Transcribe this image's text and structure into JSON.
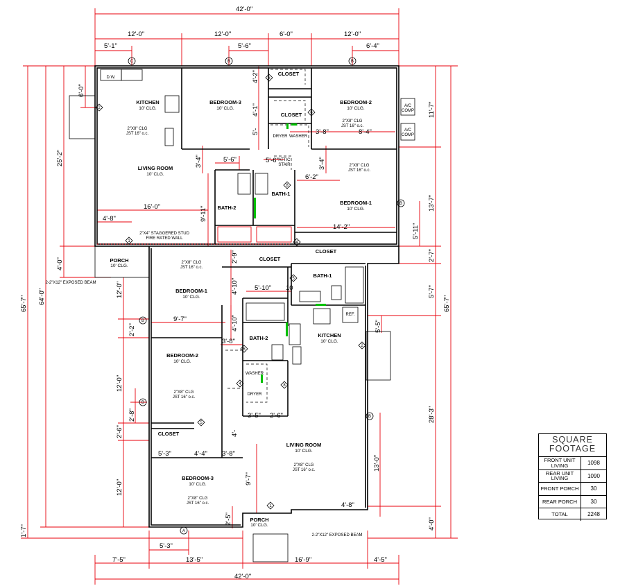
{
  "dims": {
    "overall_top": "42'-0\"",
    "overall_bottom": "42'-0\"",
    "top_12a": "12'-0\"",
    "top_12b": "12'-0\"",
    "top_6": "6'-0\"",
    "top_12c": "12'-0\"",
    "top_5_1": "5'-1\"",
    "top_5_6": "5'-6\"",
    "top_6_4": "6'-4\"",
    "left_65_7": "65'-7\"",
    "left_64_0": "64'-0\"",
    "left_25_2": "25'-2\"",
    "left_1_7": "1'-7\"",
    "left_4_0": "4'-0\"",
    "left_6_0": "6'-0\"",
    "left_4_8": "4'-8\"",
    "left_16_0": "16'-0\"",
    "left_9_11": "9'-11\"",
    "left_12_0a": "12'-0\"",
    "left_12_0b": "12'-0\"",
    "left_12_0c": "12'-0\"",
    "left_2_2": "2'-2\"",
    "left_2_8": "2'-8\"",
    "left_2_6": "2'-6\"",
    "right_65_7": "65'-7\"",
    "right_11_7": "11'-7\"",
    "right_13_7": "13'-7\"",
    "right_2_7": "2'-7\"",
    "right_5_7": "5'-7\"",
    "right_28_3": "28'-3\"",
    "right_4_0": "4'-0\"",
    "right_5_11": "5'-11\"",
    "right_5_5": "5'-5\"",
    "bot_7_5": "7'-5\"",
    "bot_13_5": "13'-5\"",
    "bot_16_9": "16'-9\"",
    "bot_4_5": "4'-5\"",
    "bot_5_3": "5'-3\"",
    "in_4_2": "4'-2\"",
    "in_4_1": "4'-1\"",
    "in_3_8": "3'-8\"",
    "in_8_4": "8'-4\"",
    "in_3_4": "3'-4\"",
    "in_5_6": "5'-6\"",
    "in_5_6b": "5'-6\"",
    "in_3_4b": "3'-4\"",
    "in_6_2": "6'-2\"",
    "in_14_2": "14'-2\"",
    "in_2_9": "2'-9\"",
    "in_4_10": "4'-10\"",
    "in_5_10": "5'-10\"",
    "in_9_7": "9'-7\"",
    "in_4_10b": "4'-10\"",
    "in_3_8b": "3'-8\"",
    "in_3_5": "3'-5\"",
    "in_2_6": "2'-6\"",
    "in_5_3": "5'-3\"",
    "in_4_4": "4'-4\"",
    "in_3_8c": "3'-8\"",
    "in_9_7b": "9'-7\"",
    "in_13_0": "13'-0\"",
    "in_4_8": "4'-8\"",
    "in_2_5": "2'-5\"",
    "in_5_5": "5'-5\"",
    "in_5b": "5'-",
    "in_4": "4'-",
    "in_10": "10"
  },
  "rooms": {
    "kitchen_front": "KITCHEN",
    "bedroom3_front": "BEDROOM-3",
    "bedroom2_front": "BEDROOM-2",
    "living_front": "LIVING ROOM",
    "bedroom1_front": "BEDROOM-1",
    "bath2_front": "BATH-2",
    "bath1_front": "BATH-1",
    "closet_a": "CLOSET",
    "closet_b": "CLOSET",
    "closet_c": "CLOSET",
    "closet_d": "CLOSET",
    "closet_e": "CLOSET",
    "porch_left": "PORCH",
    "bedroom1_rear": "BEDROOM-1",
    "bath1_rear": "BATH-1",
    "kitchen_rear": "KITCHEN",
    "bath2_rear": "BATH-2",
    "bedroom2_rear": "BEDROOM-2",
    "bedroom3_rear": "BEDROOM-3",
    "living_rear": "LIVING ROOM",
    "porch_bottom": "PORCH",
    "ceiling": "10' CLG."
  },
  "notes": {
    "joist_1": "2\"X8\" CLG",
    "joist_2": "JST 16\" o.c.",
    "staggered_1": "2\"X4\" STAGGERED STUD",
    "staggered_2": "FIRE RATED WALL",
    "exposed_beam_left": "2-2\"X12\" EXPOSED BEAM",
    "exposed_beam_bottom": "2-2\"X12\" EXPOSED BEAM",
    "dw": "D.W.",
    "ref": "REF.",
    "dryer": "DRYER",
    "washer": "WASHER",
    "attic_1": "ATTIC",
    "attic_2": "STAIR",
    "ac": "A/C",
    "comp": "COMP"
  },
  "tags": {
    "A": "A",
    "B": "B",
    "C": "C",
    "n1": "1",
    "n2": "2",
    "n3": "3",
    "n4": "4",
    "n5": "5",
    "n6": "6",
    "n8": "8"
  },
  "square_footage": {
    "title": "SQUARE FOOTAGE",
    "rows": [
      {
        "label": "FRONT UNIT LIVING",
        "value": "1098"
      },
      {
        "label": "REAR UNIT LIVING",
        "value": "1090"
      },
      {
        "label": "FRONT PORCH",
        "value": "30"
      },
      {
        "label": "REAR PORCH",
        "value": "30"
      },
      {
        "label": "TOTAL",
        "value": "2248"
      }
    ]
  }
}
